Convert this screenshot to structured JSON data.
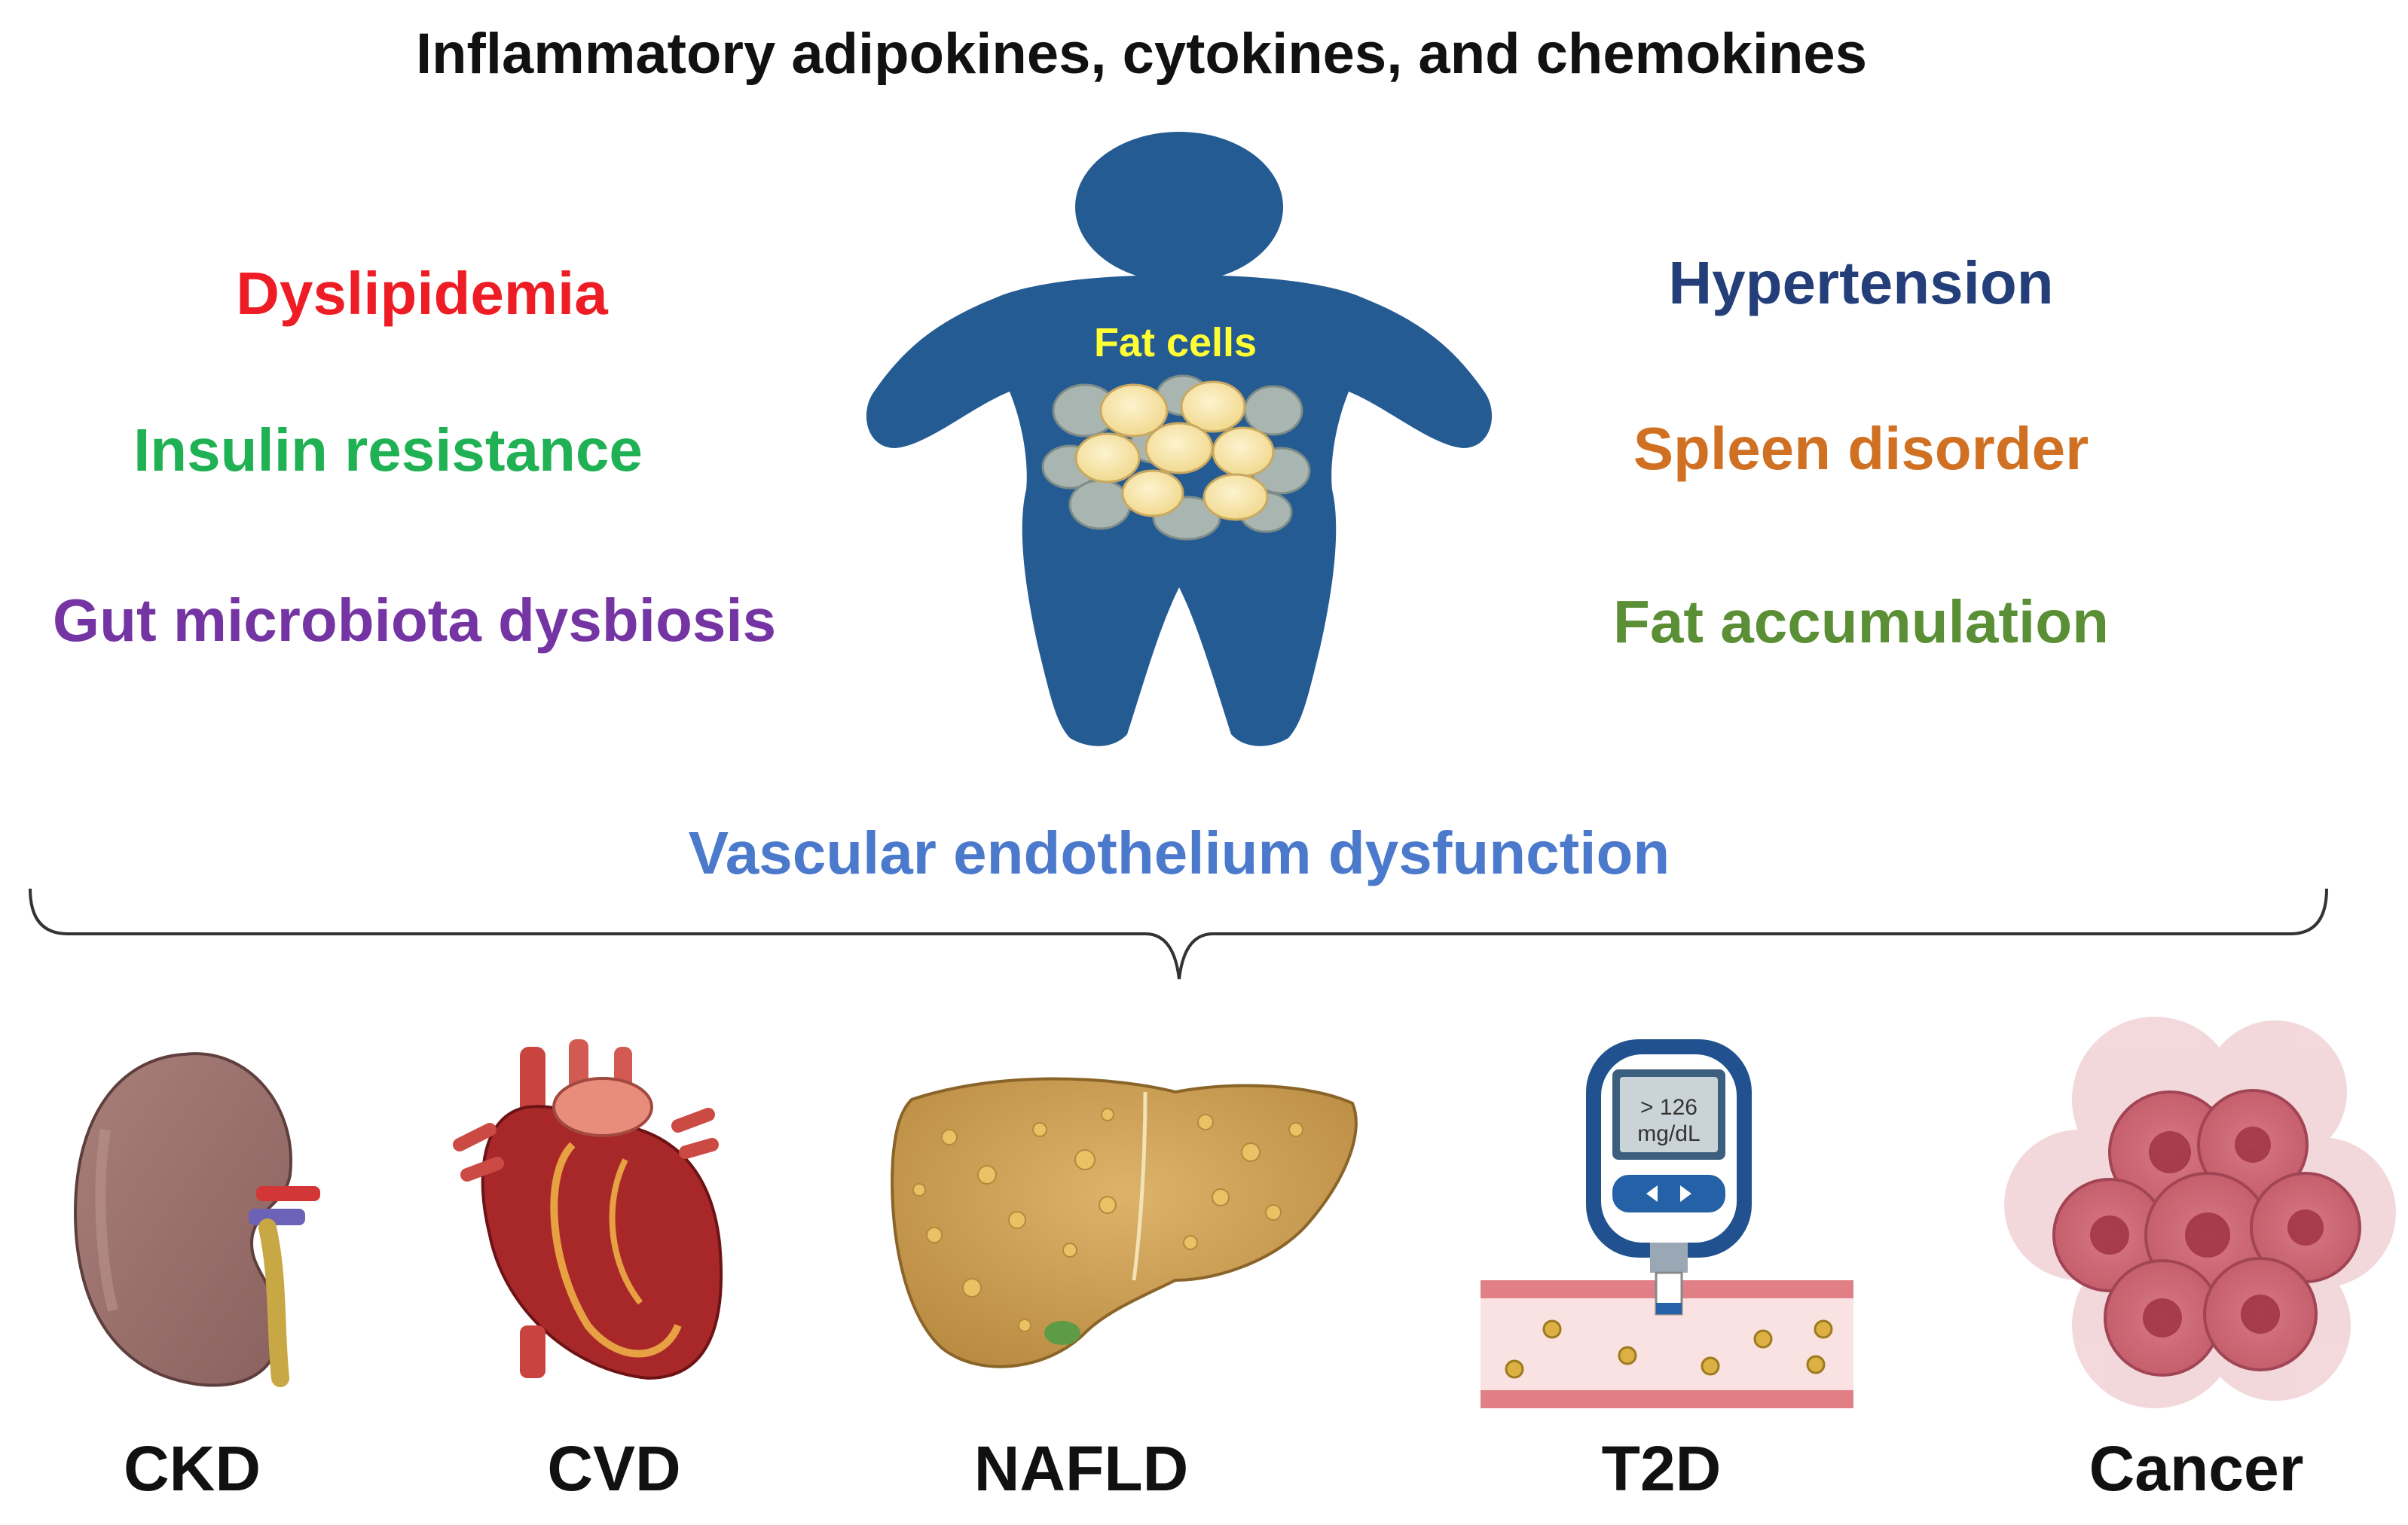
{
  "title": "Inflammatory adipokines, cytokines, and chemokines",
  "center_figure": {
    "label": "Fat cells",
    "label_color": "#ffff33",
    "body_color": "#255b93"
  },
  "left_conditions": [
    {
      "text": "Dyslipidemia",
      "color": "#ee1c24"
    },
    {
      "text": "Insulin resistance",
      "color": "#1fb154"
    },
    {
      "text": "Gut microbiota dysbiosis",
      "color": "#7434a3"
    }
  ],
  "right_conditions": [
    {
      "text": "Hypertension",
      "color": "#233e79"
    },
    {
      "text": "Spleen disorder",
      "color": "#d07022"
    },
    {
      "text": "Fat accumulation",
      "color": "#5a8f35"
    }
  ],
  "bracket_label": {
    "text": "Vascular endothelium dysfunction",
    "color": "#4b79cc"
  },
  "diseases": [
    {
      "label": "CKD",
      "icon": "kidney-icon"
    },
    {
      "label": "CVD",
      "icon": "heart-icon"
    },
    {
      "label": "NAFLD",
      "icon": "fatty-liver-icon"
    },
    {
      "label": "T2D",
      "icon": "glucose-meter-icon",
      "meter_reading_line1": "> 126",
      "meter_reading_line2": "mg/dL"
    },
    {
      "label": "Cancer",
      "icon": "cancer-cells-icon"
    }
  ]
}
